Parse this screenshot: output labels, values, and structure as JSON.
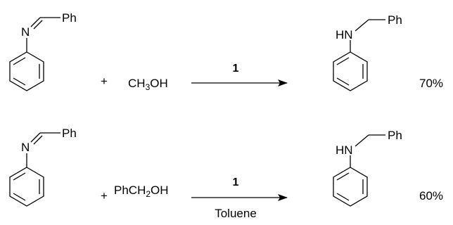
{
  "reactions": [
    {
      "imine": {
        "n_label": "N",
        "ph_label": "Ph"
      },
      "plus": "+",
      "reagent": {
        "main": "CH",
        "subscript": "3",
        "tail": "OH"
      },
      "catalyst": "1",
      "condition": "",
      "product": {
        "nh_label": "HN",
        "ph_label": "Ph"
      },
      "yield": "70%"
    },
    {
      "imine": {
        "n_label": "N",
        "ph_label": "Ph"
      },
      "plus": "+",
      "reagent": {
        "main": "PhCH",
        "subscript": "2",
        "tail": "OH"
      },
      "catalyst": "1",
      "condition": "Toluene",
      "product": {
        "nh_label": "HN",
        "ph_label": "Ph"
      },
      "yield": "60%"
    }
  ]
}
